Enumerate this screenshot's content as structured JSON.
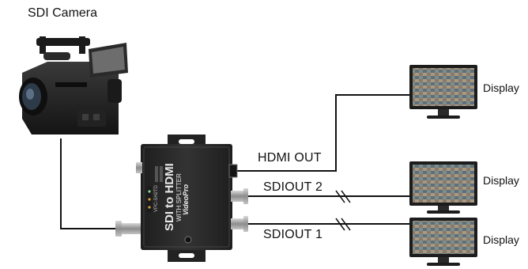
{
  "camera": {
    "label": "SDI Camera"
  },
  "device": {
    "title_line1": "SDI to HDMI",
    "title_line2": "WITH SPLITTER",
    "model": "VPC-SH2TD",
    "brand": "VideoPro"
  },
  "ports": {
    "hdmi_out": "HDMI OUT",
    "sdi_out_2": "SDIOUT 2",
    "sdi_out_1": "SDIOUT 1"
  },
  "displays": [
    {
      "label": "Display"
    },
    {
      "label": "Display"
    },
    {
      "label": "Display"
    }
  ],
  "colors": {
    "cable": "#111111",
    "device_body": "#2b2b2b",
    "bnc_metal": "#a8a8a8",
    "monitor_frame": "#1c1c1c"
  }
}
